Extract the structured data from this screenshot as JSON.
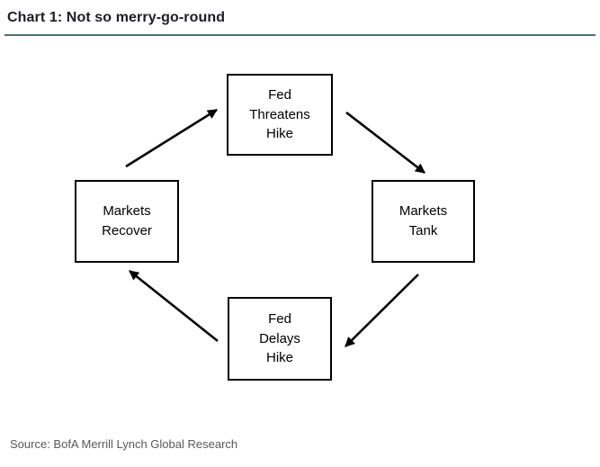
{
  "title": "Chart 1: Not so merry-go-round",
  "source": "Source: BofA Merrill Lynch Global Research",
  "colors": {
    "title_text": "#1b1e27",
    "title_rule": "#4d6f80",
    "box_border": "#000000",
    "arrow": "#000000",
    "source_text": "#595959",
    "background": "#ffffff"
  },
  "diagram": {
    "type": "cycle",
    "nodes": [
      {
        "id": "fed-threatens-hike",
        "position": "top",
        "label": "Fed\nThreatens\nHike"
      },
      {
        "id": "markets-tank",
        "position": "right",
        "label": "Markets\nTank"
      },
      {
        "id": "fed-delays-hike",
        "position": "bottom",
        "label": "Fed\nDelays\nHike"
      },
      {
        "id": "markets-recover",
        "position": "left",
        "label": "Markets\nRecover"
      }
    ],
    "edges": [
      {
        "from": "fed-threatens-hike",
        "to": "markets-tank"
      },
      {
        "from": "markets-tank",
        "to": "fed-delays-hike"
      },
      {
        "from": "fed-delays-hike",
        "to": "markets-recover"
      },
      {
        "from": "markets-recover",
        "to": "fed-threatens-hike"
      }
    ]
  }
}
